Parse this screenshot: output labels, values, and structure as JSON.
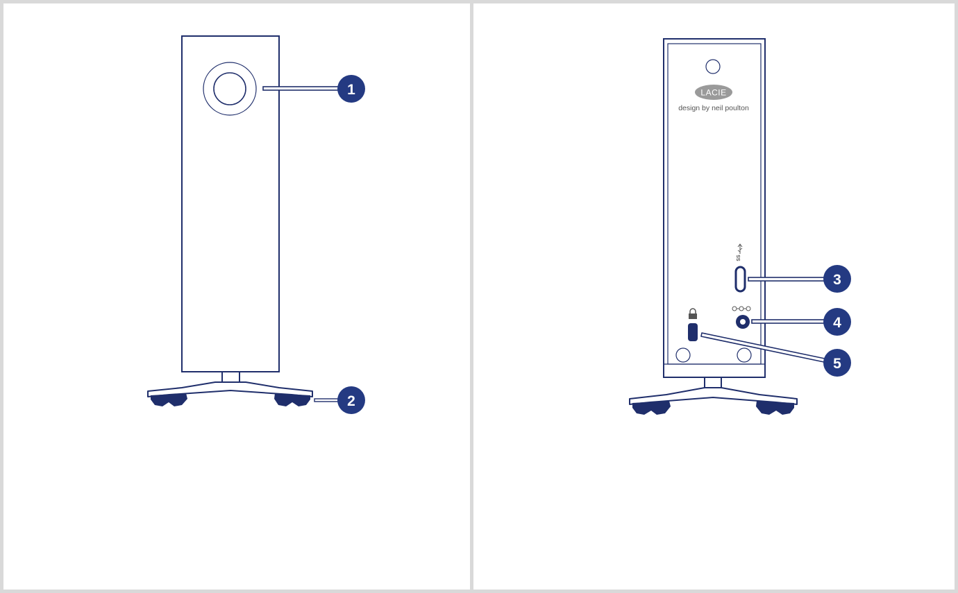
{
  "colors": {
    "outline": "#1f2e6b",
    "callout": "#243a82",
    "panel_border": "#d9d9d9",
    "logo_fill": "#9a9a9a",
    "tagline": "#555555"
  },
  "front_view": {
    "callouts": [
      {
        "number": "1",
        "target": "power button"
      },
      {
        "number": "2",
        "target": "stand feet"
      }
    ]
  },
  "rear_view": {
    "logo": "LACIE",
    "tagline": "design by neil poulton",
    "usb_marking": "SS",
    "callouts": [
      {
        "number": "3",
        "target": "USB-C port"
      },
      {
        "number": "4",
        "target": "power input"
      },
      {
        "number": "5",
        "target": "security lock slot"
      }
    ]
  }
}
